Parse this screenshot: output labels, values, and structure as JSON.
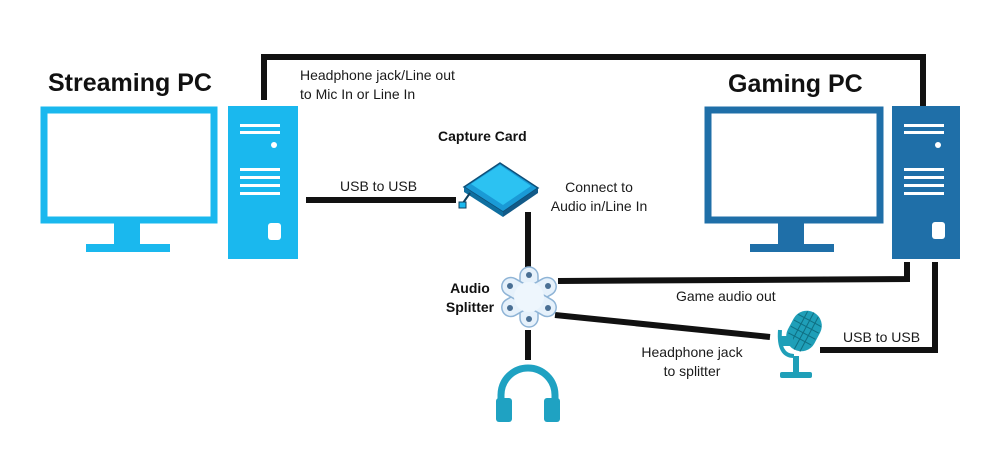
{
  "streaming_pc": {
    "title": "Streaming PC"
  },
  "gaming_pc": {
    "title": "Gaming PC"
  },
  "capture_card": {
    "label": "Capture Card"
  },
  "audio_splitter": {
    "line1": "Audio",
    "line2": "Splitter"
  },
  "connections": {
    "top": {
      "line1": "Headphone jack/Line out",
      "line2": "to Mic In or Line In"
    },
    "usb_left": {
      "label": "USB to USB"
    },
    "capture_audio": {
      "line1": "Connect to",
      "line2": "Audio in/Line In"
    },
    "game_audio": {
      "label": "Game audio out"
    },
    "headphone_jack": {
      "line1": "Headphone jack",
      "line2": "to splitter"
    },
    "usb_right": {
      "label": "USB to USB"
    }
  },
  "colors": {
    "streaming_accent": "#1ab8ee",
    "gaming_accent": "#1f6fa8",
    "headphone": "#1fa2c2",
    "microphone": "#1f9fb8",
    "cable": "#111111"
  }
}
